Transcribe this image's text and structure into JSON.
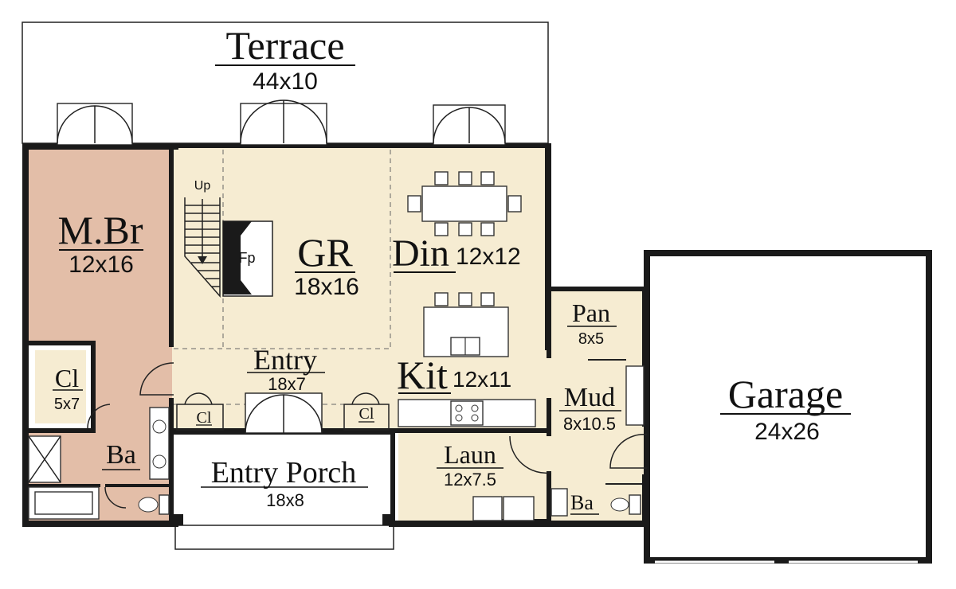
{
  "colors": {
    "living_fill": "#f6ecd2",
    "master_fill": "#e3bea8",
    "wall": "#1a1a1a",
    "exterior": "#ffffff"
  },
  "rooms": {
    "terrace": {
      "name": "Terrace",
      "dims": "44x10"
    },
    "master_bedroom": {
      "name": "M.Br",
      "dims": "12x16"
    },
    "great_room": {
      "name": "GR",
      "dims": "18x16"
    },
    "dining": {
      "name": "Din",
      "dims": "12x12"
    },
    "pantry": {
      "name": "Pan",
      "dims": "8x5"
    },
    "entry": {
      "name": "Entry",
      "dims": "18x7"
    },
    "kitchen": {
      "name": "Kit",
      "dims": "12x11"
    },
    "mud": {
      "name": "Mud",
      "dims": "8x10.5"
    },
    "garage": {
      "name": "Garage",
      "dims": "24x26"
    },
    "closet_master": {
      "name": "Cl",
      "dims": "5x7"
    },
    "bath_master": {
      "name": "Ba"
    },
    "entry_porch": {
      "name": "Entry Porch",
      "dims": "18x8"
    },
    "laundry": {
      "name": "Laun",
      "dims": "12x7.5"
    },
    "bath_half": {
      "name": "Ba"
    },
    "closet_left": {
      "name": "Cl"
    },
    "closet_right": {
      "name": "Cl"
    }
  },
  "fixtures": {
    "stair_label": "Up",
    "fireplace_label": "Fp"
  }
}
